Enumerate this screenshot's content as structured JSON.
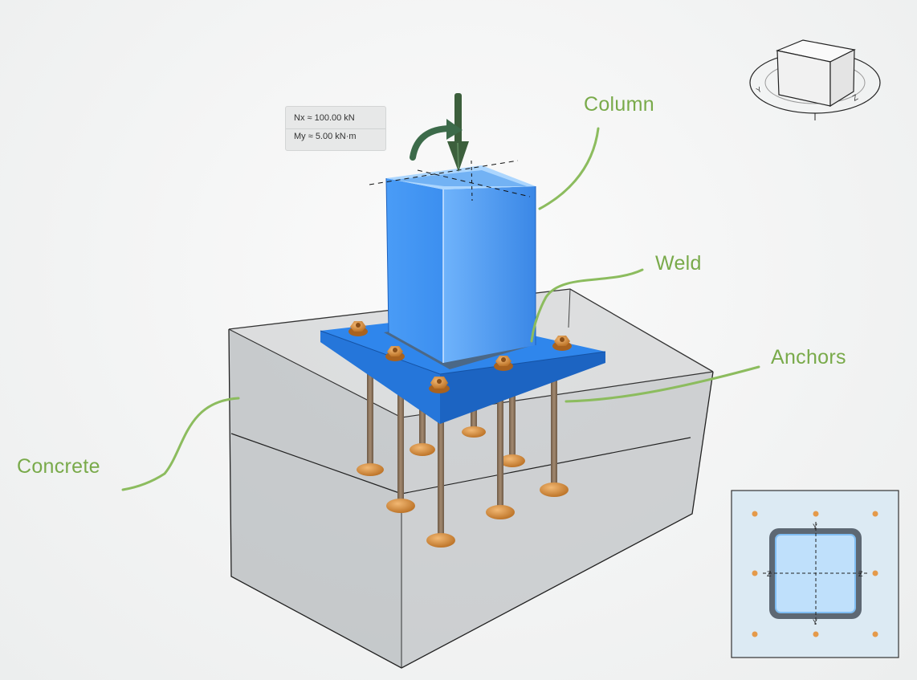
{
  "labels": {
    "column": "Column",
    "weld": "Weld",
    "anchors": "Anchors",
    "concrete": "Concrete"
  },
  "loads": {
    "axial": "Nx ≈ 100.00 kN",
    "moment": "My ≈ 5.00 kN·m"
  },
  "section_view": {
    "axis_y_top": "Y",
    "axis_y_bottom": "Y",
    "axis_z_left": "Z",
    "axis_z_right": "Z"
  },
  "colors": {
    "steel_blue": "#3d8ff0",
    "plate_blue": "#2f86ec",
    "bolt_orange": "#d7903e",
    "concrete_grey": "#b9bcbe",
    "label_green": "#79aa4a",
    "arrow_green": "#3c5f3c"
  },
  "icons": {
    "view_cube": "view-cube-icon",
    "load_arrow": "load-arrow-icon",
    "moment_arrow": "moment-arrow-icon"
  }
}
